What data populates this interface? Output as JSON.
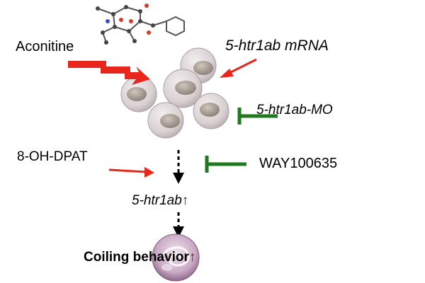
{
  "labels": {
    "aconitine": "Aconitine",
    "mrna": "5-htr1ab mRNA",
    "mo": "5-htr1ab-MO",
    "dpat": "8-OH-DPAT",
    "way": "WAY100635",
    "htr": "5-htr1ab",
    "coil": "Coiling behavior"
  },
  "colors": {
    "activate": "#e8261c",
    "inhibit": "#1f7a1f",
    "flow": "#000000",
    "increase": "#5a1414",
    "egg": "#d9d0d2",
    "embryo": "#9a8f86"
  },
  "icons": {
    "molecule": "molecule-structure-icon",
    "embryos": "zebrafish-embryo-icon",
    "coiling": "coiling-embryo-icon"
  }
}
